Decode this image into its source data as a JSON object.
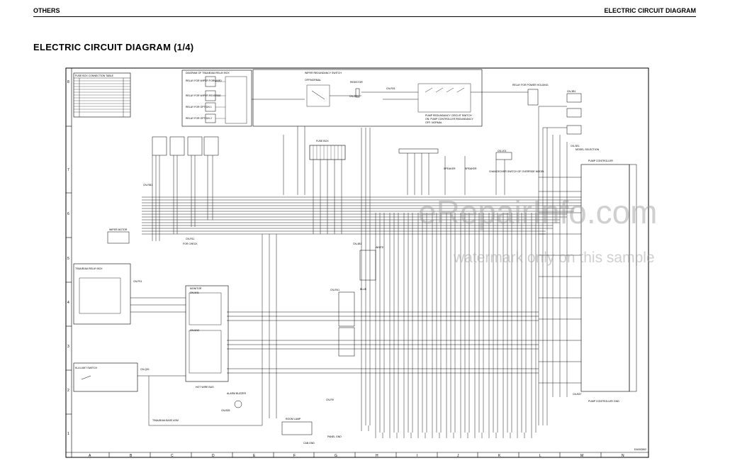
{
  "header": {
    "section": "OTHERS",
    "right_title": "ELECTRIC CIRCUIT DIAGRAM"
  },
  "page_title": "ELECTRIC CIRCUIT DIAGRAM (1/4)",
  "labels": {
    "fuse_box_table": "FUSE BOX CONNECTION TABLE",
    "diagram_relay_box": "DIAGRAM OF TS6A/B16A RELAY BOX",
    "relay_wiper_forward": "RELAY FOR WIPER FORWARD",
    "relay_wiper_reverse": "RELAY FOR WIPER REVERSE",
    "relay_option1": "RELAY FOR OPTION 1",
    "relay_option2": "RELAY FOR OPTION 2",
    "wiper_redundancy": "WIPER REDUNDANCY SWITCH",
    "off_normal": "OFF/NORMAL",
    "resistor": "RESISTOR",
    "pump_redundancy": "PUMP REDUNDANCY CIRCUIT SWITCH",
    "pump_redundancy_2": "ON: PUMP CONTROLLER REDUNDANCY",
    "pump_redundancy_3": "OFF: NORMAL",
    "relay_power_holding": "RELAY FOR POWER HOLDING",
    "fuse_box": "FUSE BOX",
    "model_selection": "MODEL SELECTION",
    "pump_controller": "PUMP CONTROLLER",
    "speaker": "SPEAKER",
    "changeover_switch": "CHANGEOVER SWITCH OF OVERRIDE MODEL",
    "wiper_motor": "WIPER MOTOR",
    "for_check": "FOR CHECK",
    "white": "WHITE",
    "blue": "BLUE",
    "relay_box": "TS6A/B16A RELAY BOX",
    "monitor": "MONITOR",
    "hot_wire_bus": "HOT WIRE BUS",
    "alarm_buzzer": "ALARM BUZZER",
    "kla_limit_switch": "KLA LIMIT SWITCH",
    "base_asm": "TS6A/B16A BASE ASM",
    "room_lamp": "ROOM LAMP",
    "cab_gnd": "CAB GND",
    "panel_gnd": "PANEL GND",
    "pump_controller_gnd": "PUMP CONTROLLER GND",
    "figure_no": "EA00G892"
  },
  "connectors": [
    "CN-RB1",
    "CN-ZF0",
    "CN-R01",
    "CN-4B1",
    "CN-EN1",
    "CN-SEL",
    "CN-R11",
    "CN-V01",
    "CN-P01",
    "CN-Q01",
    "CN-B37",
    "CN-3B1",
    "CN-R9",
    "CN-M11",
    "CN-M12",
    "CN-B35"
  ],
  "grid": {
    "columns": [
      "A",
      "B",
      "C",
      "D",
      "E",
      "F",
      "G",
      "H",
      "I",
      "J",
      "K",
      "L",
      "M",
      "N"
    ],
    "rows": [
      "8",
      "7",
      "6",
      "5",
      "4",
      "3",
      "2",
      "1"
    ]
  },
  "watermark": {
    "line1": "eRepairInfo.com",
    "line2": "watermark only on this sample"
  }
}
